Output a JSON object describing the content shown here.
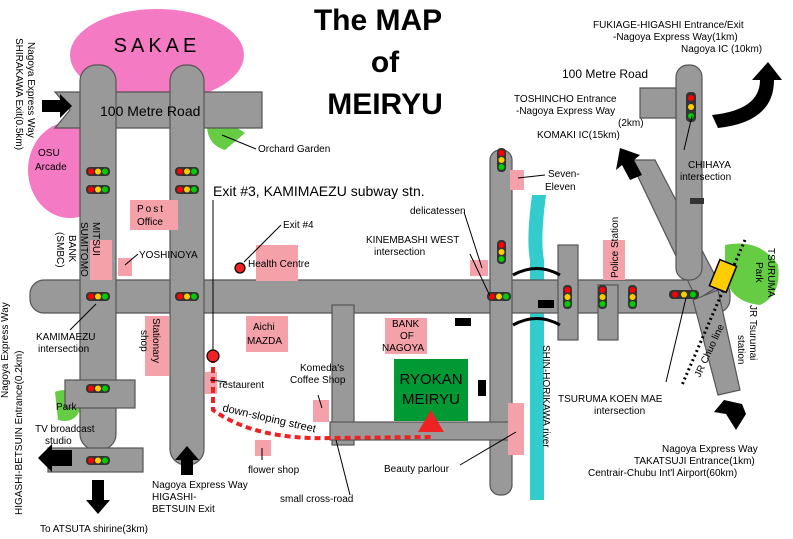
{
  "title": {
    "line1": "The MAP",
    "line2": "of",
    "line3": "MEIRYU"
  },
  "colors": {
    "road": "#999999",
    "road_edge": "#555555",
    "sakae": "#f47ac4",
    "building": "#f4a1a9",
    "park": "#66cc44",
    "ryokan": "#009933",
    "river": "#33cccc",
    "route": "#ee2222",
    "rail": "#ffcc00"
  },
  "areas": {
    "sakae": "SAKAE",
    "osu": [
      "OSU",
      "Arcade"
    ],
    "park_left": "Park",
    "tsuruma_park": [
      "TSURUMA",
      "Park"
    ]
  },
  "roads": {
    "hundred_metre_left": "100 Metre Road",
    "hundred_metre_right": "100 Metre Road",
    "down_sloping": "down-sloping street",
    "small_cross": "small cross-road",
    "river": "SHIN-HORIKAWA river",
    "rail": "JR Chuo line"
  },
  "places": {
    "orchard_garden": "Orchard Garden",
    "post_office": [
      "Post",
      "Office"
    ],
    "exit3": "Exit #3, KAMIMAEZU subway stn.",
    "exit4": "Exit #4",
    "yoshinoya": "YOSHINOYA",
    "health_centre": "Health Centre",
    "mitsui": [
      "MITSUI",
      "SUMITOMO",
      "BANK",
      "(SMBC)"
    ],
    "aichi_mazda": [
      "Aichi",
      "MAZDA"
    ],
    "stationary": [
      "Stationary",
      "shop"
    ],
    "komeda": [
      "Komeda's",
      "Coffee Shop"
    ],
    "bank_nagoya": [
      "BANK",
      "OF",
      "NAGOYA"
    ],
    "restaurent": "restaurent",
    "flower_shop": "flower shop",
    "tv_studio": [
      "TV broadcast",
      "studio"
    ],
    "ryokan": [
      "RYOKAN",
      "MEIRYU"
    ],
    "beauty_parlour": "Beauty parlour",
    "seven_eleven": [
      "Seven-",
      "Eleven"
    ],
    "delicatessen": "delicatessen",
    "police_station": "Police Station",
    "jr_tsurumai": [
      "JR Tsurumai",
      "station"
    ]
  },
  "intersections": {
    "kamimaezu": [
      "KAMIMAEZU",
      "intersection"
    ],
    "kinembashi": [
      "KINEMBASHI WEST",
      "intersection"
    ],
    "chihaya": [
      "CHIHAYA",
      "intersection"
    ],
    "tsuruma_koen": [
      "TSURUMA KOEN MAE",
      "intersection"
    ]
  },
  "directions": {
    "shirakawa": [
      "Nagoya Express Way",
      "SHIRAKAWA Exit(0.5km)"
    ],
    "fukiage": [
      "FUKIAGE-HIGASHI Entrance/Exit",
      "-Nagoya Express Way(1km)",
      "Nagoya IC (10km)"
    ],
    "toshincho": [
      "TOSHINCHO Entrance",
      "-Nagoya Express Way",
      "(2km)",
      "KOMAKI IC(15km)"
    ],
    "higashi_betsuin_entrance": [
      "Nagoya Express Way",
      "HIGASHI-BETSUIN Entrance(0.2km)"
    ],
    "higashi_betsuin_exit": [
      "Nagoya Express Way",
      "HIGASHI-",
      "BETSUIN Exit"
    ],
    "atsuta": "To ATSUTA shirine(3km)",
    "takatsuji": [
      "Nagoya Express Way",
      "TAKATSUJI Entrance(1km)",
      "Centrair-Chubu Int'l Airport(60km)"
    ]
  }
}
